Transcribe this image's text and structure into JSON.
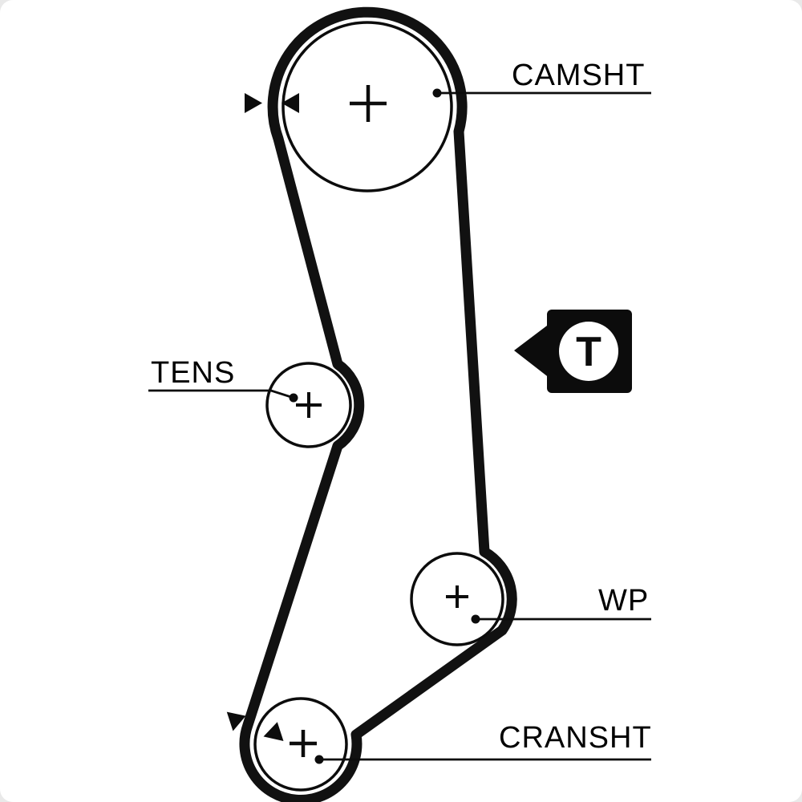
{
  "diagram": {
    "type": "timing-belt-routing-diagram",
    "labels": {
      "camshaft": "CAMSHT",
      "tensioner": "TENS",
      "water_pump": "WP",
      "crankshaft": "CRANSHT",
      "tension_indicator": "T"
    },
    "colors": {
      "belt": "#111111",
      "outline": "#000000",
      "background": "#ffffff"
    }
  }
}
